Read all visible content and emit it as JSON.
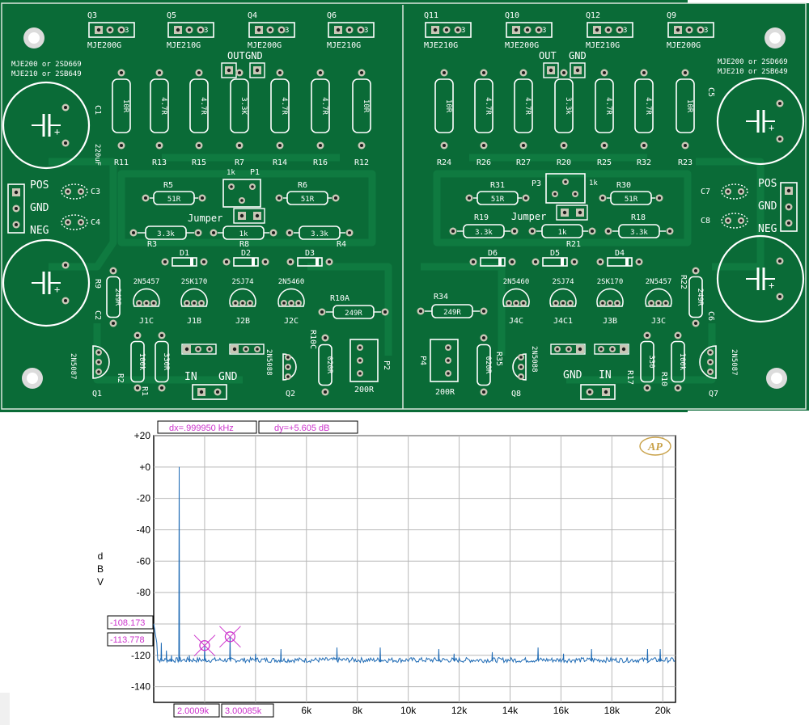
{
  "pcb": {
    "colors": {
      "board": "#0a6b37",
      "copper": "#0f7a40",
      "silk": "#ffffff",
      "pad": "#c9c7b6",
      "hole": "#1d1d1d",
      "resistor": "#ffffff"
    },
    "left": {
      "transistors": [
        {
          "ref": "Q3",
          "part": "MJE200G"
        },
        {
          "ref": "Q5",
          "part": "MJE210G"
        },
        {
          "ref": "Q4",
          "part": "MJE200G"
        },
        {
          "ref": "Q6",
          "part": "MJE210G"
        }
      ],
      "out_label": "OUT",
      "gnd_label": "GND",
      "note1": "MJE200 or 2SD669",
      "note2": "MJE210 or 2SB649",
      "cap_c1": "C1",
      "cap_c1_value": "220uF",
      "cap_c2": "C2",
      "big_resistors": [
        {
          "value": "10R",
          "ref": "R11"
        },
        {
          "value": "4.7R",
          "ref": "R13"
        },
        {
          "value": "4.7R",
          "ref": "R15"
        },
        {
          "value": "3.3K",
          "ref": "R7"
        },
        {
          "value": "4.7R",
          "ref": "R14"
        },
        {
          "value": "4.7R",
          "ref": "R16"
        },
        {
          "value": "10R",
          "ref": "R12"
        }
      ],
      "pos": "POS",
      "gnd": "GND",
      "neg": "NEG",
      "c3": "C3",
      "c4": "C4",
      "r5": "R5",
      "r5_value": "51R",
      "r6": "R6",
      "r6_value": "51R",
      "pot_value": "1k",
      "pot_ref": "P1",
      "jumper": "Jumper",
      "r3": "R3",
      "r3_value": "3.3k",
      "r8": "R8",
      "r8_value": "1k",
      "r4": "R4",
      "r4_value": "3.3k",
      "diodes": [
        "D1",
        "D2",
        "D3"
      ],
      "jfets": [
        {
          "part": "2N5457",
          "ref": "J1C"
        },
        {
          "part": "2SK170",
          "ref": "J1B"
        },
        {
          "part": "2SJ74",
          "ref": "J2B"
        },
        {
          "part": "2N5460",
          "ref": "J2C"
        }
      ],
      "r9": "R9",
      "r9_value": "249R",
      "r10a": "R10A",
      "r10a_value": "249R",
      "q1_part": "2N5087",
      "q1": "Q1",
      "r2": "R2",
      "r2_value": "100k",
      "r1": "R1",
      "r1_value": "330R",
      "in_label": "IN",
      "gnd2": "GND",
      "q2_part": "2N5088",
      "q2": "Q2",
      "r10c": "R10C",
      "r10c_value": "020R",
      "p2": "P2",
      "p2_value": "200R"
    },
    "right": {
      "transistors": [
        {
          "ref": "Q11",
          "part": "MJE210G"
        },
        {
          "ref": "Q10",
          "part": "MJE200G"
        },
        {
          "ref": "Q12",
          "part": "MJE210G"
        },
        {
          "ref": "Q9",
          "part": "MJE200G"
        }
      ],
      "out_label": "OUT",
      "gnd_label": "GND",
      "note1": "MJE200 or 2SD669",
      "note2": "MJE210 or 2SB649",
      "cap_c5": "C5",
      "cap_c6": "C6",
      "big_resistors": [
        {
          "value": "10R",
          "ref": "R24"
        },
        {
          "value": "4.7R",
          "ref": "R26"
        },
        {
          "value": "4.7R",
          "ref": "R27"
        },
        {
          "value": "3.3k",
          "ref": "R20"
        },
        {
          "value": "4.7R",
          "ref": "R25"
        },
        {
          "value": "4.7R",
          "ref": "R32"
        },
        {
          "value": "10R",
          "ref": "R23"
        }
      ],
      "pos": "POS",
      "gnd": "GND",
      "neg": "NEG",
      "c7": "C7",
      "c8": "C8",
      "r31": "R31",
      "r31_value": "51R",
      "r30": "R30",
      "r30_value": "51R",
      "pot_value": "1k",
      "pot_ref": "P3",
      "jumper": "Jumper",
      "r19": "R19",
      "r19_value": "3.3k",
      "r21": "R21",
      "r21_value": "1k",
      "r18": "R18",
      "r18_value": "3.3k",
      "diodes": [
        "D6",
        "D5",
        "D4"
      ],
      "jfets": [
        {
          "part": "2N5460",
          "ref": "J4C"
        },
        {
          "part": "2SJ74",
          "ref": "J4C1"
        },
        {
          "part": "2SK170",
          "ref": "J3B"
        },
        {
          "part": "2N5457",
          "ref": "J3C"
        }
      ],
      "r34": "R34",
      "r34_value": "249R",
      "r22": "R22",
      "r22_value": "249R",
      "p4": "P4",
      "p4_value": "200R",
      "r35": "R35",
      "r35_value": "020R",
      "q8_part": "2N5088",
      "q8": "Q8",
      "gnd2": "GND",
      "in_label": "IN",
      "r17": "R17",
      "r17_value": "330",
      "r10": "R10",
      "r10_value": "100k",
      "q7_part": "2N5087",
      "q7": "Q7"
    }
  },
  "chart_data": {
    "type": "line",
    "ylabel": "d B V",
    "ylim": [
      -150,
      20
    ],
    "xlim": [
      0,
      20500
    ],
    "yticks": [
      20,
      0,
      -20,
      -40,
      -60,
      -80,
      -100,
      -120,
      -140
    ],
    "ytick_labels": [
      "+20",
      "+0",
      "-20",
      "-40",
      "-60",
      "-80",
      "-100",
      "-120",
      "-140"
    ],
    "xticks": [
      6000,
      8000,
      10000,
      12000,
      14000,
      16000,
      18000,
      20000
    ],
    "xtick_labels": [
      "6k",
      "8k",
      "10k",
      "12k",
      "14k",
      "16k",
      "18k",
      "20k"
    ],
    "grid": true,
    "logo": "AP",
    "readout_dx": "dx=.999950 kHz",
    "readout_dy": "dy=+5.605  dB",
    "cursor1_x_label": "2.0009k",
    "cursor2_x_label": "3.00085k",
    "cursor1_y_label": "-113.778",
    "cursor2_y_label": "-108.173",
    "cursors": [
      {
        "x": 2000.9,
        "y": -113.778
      },
      {
        "x": 3000.85,
        "y": -108.173
      }
    ],
    "line_color": "#1f6bb5",
    "cursor_color": "#cc33cc",
    "noise_floor": -123,
    "spikes": [
      {
        "x": 1000,
        "y": 0
      },
      {
        "x": 700,
        "y": -120
      },
      {
        "x": 500,
        "y": -117
      },
      {
        "x": 300,
        "y": -112
      },
      {
        "x": 1400,
        "y": -120
      },
      {
        "x": 2000.9,
        "y": -113.778
      },
      {
        "x": 3000.85,
        "y": -108.173
      },
      {
        "x": 4000,
        "y": -119
      },
      {
        "x": 5000,
        "y": -116
      },
      {
        "x": 7200,
        "y": -115
      },
      {
        "x": 8900,
        "y": -115
      },
      {
        "x": 11200,
        "y": -116
      },
      {
        "x": 11800,
        "y": -119
      },
      {
        "x": 13300,
        "y": -118
      },
      {
        "x": 15100,
        "y": -115
      },
      {
        "x": 16100,
        "y": -119
      },
      {
        "x": 17200,
        "y": -116
      },
      {
        "x": 19400,
        "y": -116
      },
      {
        "x": 19900,
        "y": -116
      }
    ]
  }
}
